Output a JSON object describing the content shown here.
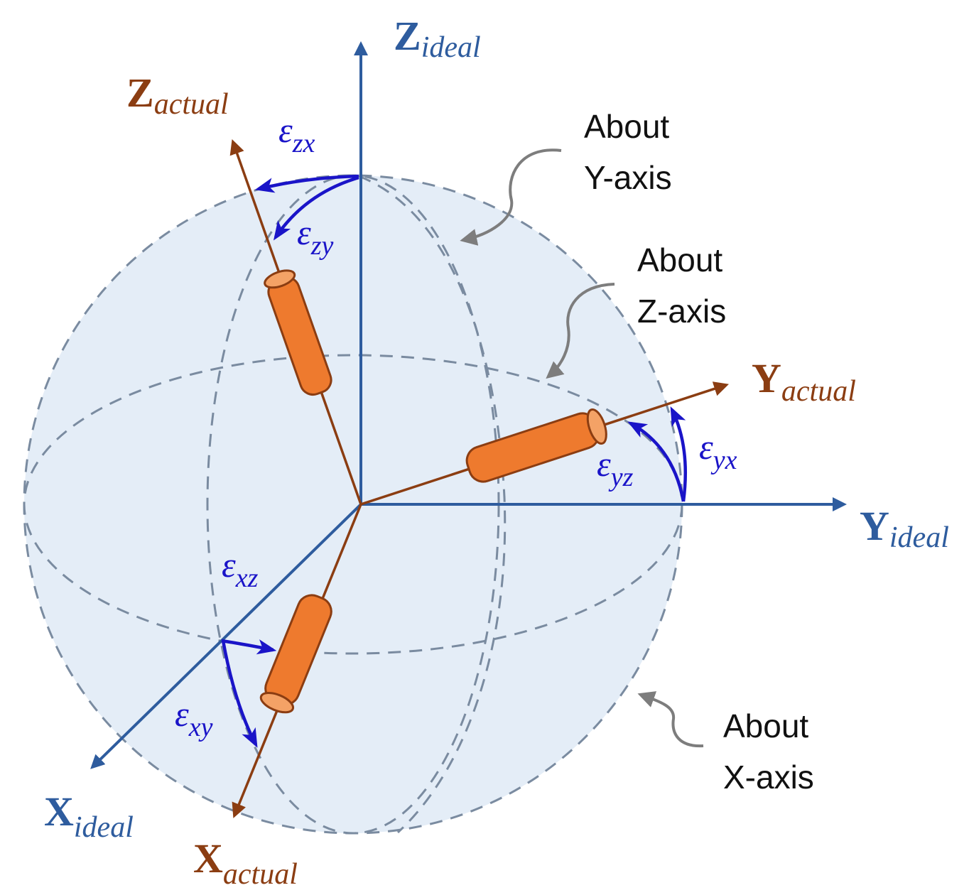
{
  "colors": {
    "ideal": "#2e5c9e",
    "actual": "#8b3d12",
    "error": "#1a14c8",
    "sphere_fill": "#e4edf7",
    "sphere_dash": "#7a8ba0",
    "cylinder_fill": "#ee7a2e",
    "cylinder_edge": "#8b3d12",
    "callout_arrow": "#7d7d7d",
    "text": "#111111"
  },
  "axes": {
    "z_ideal": {
      "main": "Z",
      "sub": "ideal"
    },
    "y_ideal": {
      "main": "Y",
      "sub": "ideal"
    },
    "x_ideal": {
      "main": "X",
      "sub": "ideal"
    },
    "z_actual": {
      "main": "Z",
      "sub": "actual"
    },
    "y_actual": {
      "main": "Y",
      "sub": "actual"
    },
    "x_actual": {
      "main": "X",
      "sub": "actual"
    }
  },
  "errors": {
    "zx": {
      "symbol": "ε",
      "sub": "zx"
    },
    "zy": {
      "symbol": "ε",
      "sub": "zy"
    },
    "yz": {
      "symbol": "ε",
      "sub": "yz"
    },
    "yx": {
      "symbol": "ε",
      "sub": "yx"
    },
    "xz": {
      "symbol": "ε",
      "sub": "xz"
    },
    "xy": {
      "symbol": "ε",
      "sub": "xy"
    }
  },
  "callouts": {
    "about_y": {
      "line1": "About",
      "line2": "Y-axis"
    },
    "about_z": {
      "line1": "About",
      "line2": "Z-axis"
    },
    "about_x": {
      "line1": "About",
      "line2": "X-axis"
    }
  }
}
